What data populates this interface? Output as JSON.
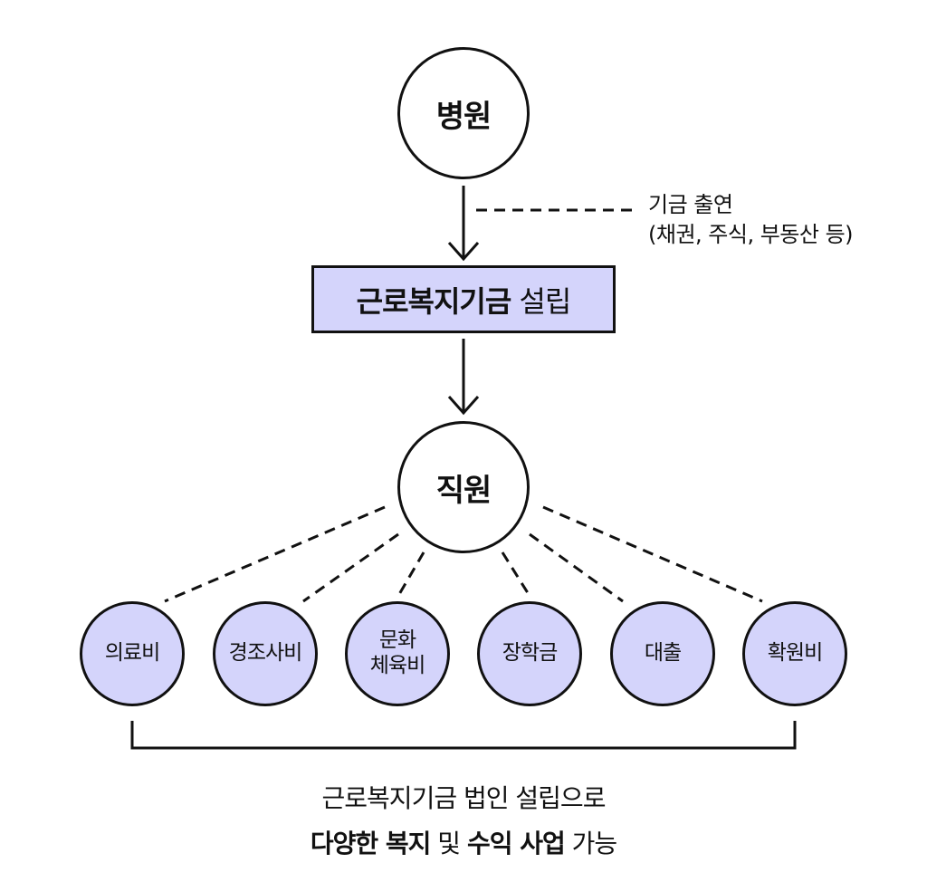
{
  "colors": {
    "fill": "#d4d4fb",
    "stroke": "#111111",
    "background": "#ffffff"
  },
  "nodes": {
    "hospital": "병원",
    "employee": "직원"
  },
  "donation_note": {
    "line1": "기금 출연",
    "line2": "(채권, 주식, 부동산 등)"
  },
  "fund_box": {
    "bold_part": "근로복지기금",
    "normal_part": " 설립"
  },
  "benefits": [
    {
      "line1": "의료비",
      "line2": ""
    },
    {
      "line1": "경조사비",
      "line2": ""
    },
    {
      "line1": "문화",
      "line2": "체육비"
    },
    {
      "line1": "장학금",
      "line2": ""
    },
    {
      "line1": "대출",
      "line2": ""
    },
    {
      "line1": "확원비",
      "line2": ""
    }
  ],
  "caption": {
    "line1": "근로복지기금 법인 설립으로",
    "line2_parts": [
      {
        "text": "다양한 복지",
        "bold": true
      },
      {
        "text": " 및 ",
        "bold": false
      },
      {
        "text": "수익 사업",
        "bold": true
      },
      {
        "text": " 가능",
        "bold": false
      }
    ]
  }
}
